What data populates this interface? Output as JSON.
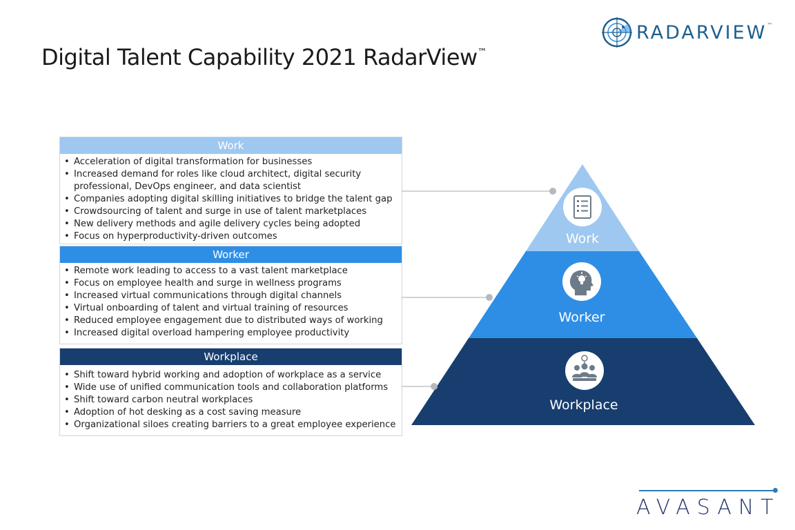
{
  "title": "Digital Talent Capability 2021 RadarView",
  "title_tm": "™",
  "logo": {
    "text": "RADARVIEW",
    "tm": "™",
    "icon": "radar-icon"
  },
  "footer_logo": {
    "text": "AVASANT"
  },
  "colors": {
    "work": "#9ec8ef",
    "worker": "#2e8ee6",
    "workplace": "#173e6e",
    "logo": "#1d5f8f"
  },
  "panels": {
    "work": {
      "heading": "Work",
      "items": [
        "Acceleration of digital transformation for businesses",
        "Increased demand for roles like cloud architect, digital security professional, DevOps engineer, and data scientist",
        "Companies adopting digital skilling initiatives to bridge the talent gap",
        "Crowdsourcing of talent and surge in use of talent marketplaces",
        "New delivery methods and agile delivery cycles being adopted",
        "Focus on hyperproductivity-driven outcomes"
      ]
    },
    "worker": {
      "heading": "Worker",
      "items": [
        "Remote work leading to access to a vast talent marketplace",
        "Focus on employee health and surge in wellness programs",
        "Increased virtual communications through digital channels",
        "Virtual onboarding of talent and virtual training of resources",
        "Reduced employee engagement due to distributed ways of working",
        "Increased digital overload hampering employee productivity"
      ]
    },
    "workplace": {
      "heading": "Workplace",
      "items": [
        "Shift toward hybrid working and adoption of workplace as a service",
        "Wide use of unified communication tools and collaboration platforms",
        "Shift toward carbon neutral workplaces",
        "Adoption of hot desking as a cost saving measure",
        "Organizational siloes creating barriers to a great employee experience"
      ]
    }
  },
  "pyramid": {
    "work": {
      "label": "Work",
      "icon": "checklist-icon"
    },
    "worker": {
      "label": "Worker",
      "icon": "idea-head-icon"
    },
    "workplace": {
      "label": "Workplace",
      "icon": "team-meeting-icon"
    }
  }
}
